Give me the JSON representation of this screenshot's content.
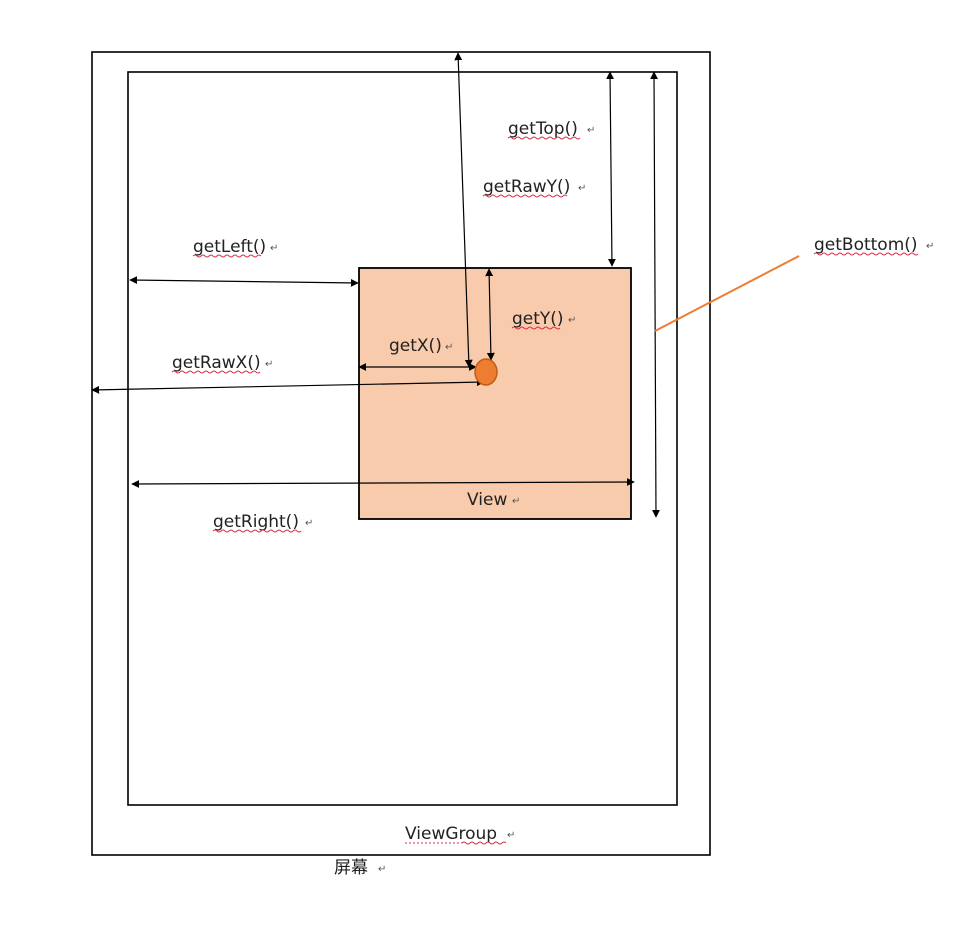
{
  "labels": {
    "getTop": "getTop()",
    "getRawY": "getRawY()",
    "getLeft": "getLeft()",
    "getBottom": "getBottom()",
    "getY": "getY()",
    "getX": "getX()",
    "getRawX": "getRawX()",
    "view": "View",
    "getRight": "getRight()",
    "viewGroup": "ViewGroup",
    "screen": "屏幕"
  },
  "return_mark": "↵",
  "colors": {
    "view_fill": "#f8cbad",
    "touch_point": "#ed7d31",
    "touch_point_stroke": "#c55a11",
    "callout_line": "#ed7d31",
    "squiggle": "#d9304a",
    "stroke": "#000000"
  }
}
